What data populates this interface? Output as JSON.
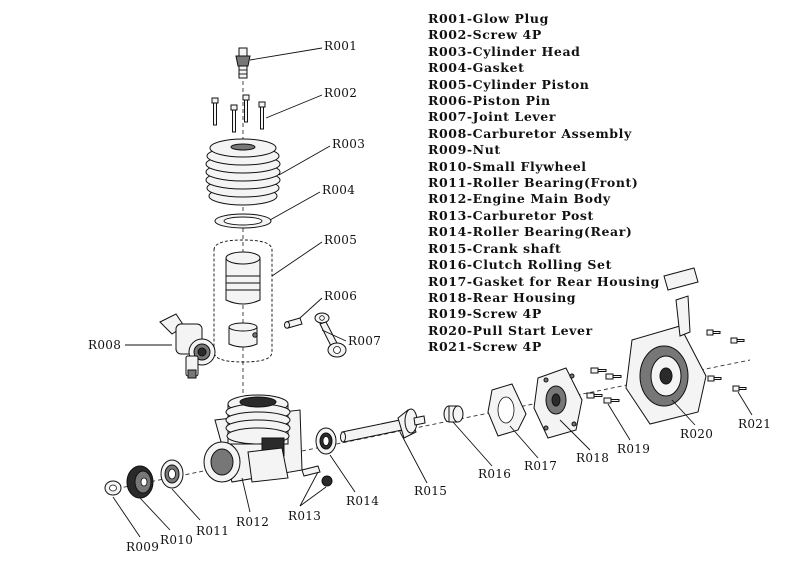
{
  "legend": [
    "R001-Glow Plug",
    "R002-Screw 4P",
    "R003-Cylinder Head",
    "R004-Gasket",
    "R005-Cylinder Piston",
    "R006-Piston Pin",
    "R007-Joint Lever",
    "R008-Carburetor Assembly",
    "R009-Nut",
    "R010-Small Flywheel",
    "R011-Roller Bearing(Front)",
    "R012-Engine Main Body",
    "R013-Carburetor Post",
    "R014-Roller Bearing(Rear)",
    "R015-Crank shaft",
    "R016-Clutch Rolling Set",
    "R017-Gasket for Rear Housing",
    "R018-Rear Housing",
    "R019-Screw 4P",
    "R020-Pull Start Lever",
    "R021-Screw 4P"
  ],
  "callouts": {
    "r001": "R001",
    "r002": "R002",
    "r003": "R003",
    "r004": "R004",
    "r005": "R005",
    "r006": "R006",
    "r007": "R007",
    "r008": "R008",
    "r009": "R009",
    "r010": "R010",
    "r011": "R011",
    "r012": "R012",
    "r013": "R013",
    "r014": "R014",
    "r015": "R015",
    "r016": "R016",
    "r017": "R017",
    "r018": "R018",
    "r019": "R019",
    "r020": "R020",
    "r021": "R021"
  }
}
